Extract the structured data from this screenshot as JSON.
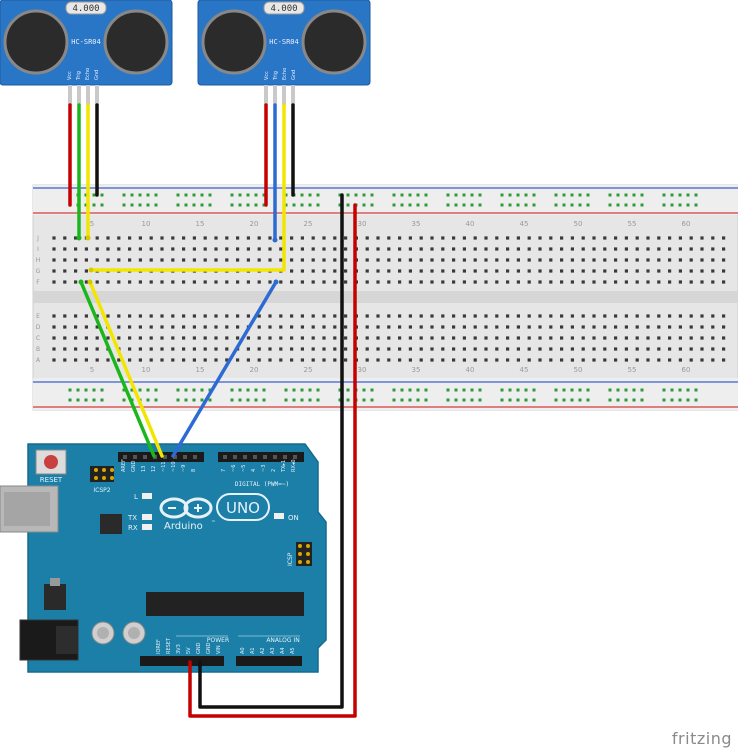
{
  "sensors": [
    {
      "id": "left",
      "display": "4.000",
      "model": "HC-SR04",
      "pins": [
        "Vcc",
        "Trig",
        "Echo",
        "Gnd"
      ]
    },
    {
      "id": "right",
      "display": "4.000",
      "model": "HC-SR04",
      "pins": [
        "Vcc",
        "Trig",
        "Echo",
        "Gnd"
      ]
    }
  ],
  "breadboard": {
    "column_numbers": [
      "5",
      "10",
      "15",
      "20",
      "25",
      "30",
      "35",
      "40",
      "45",
      "50",
      "55",
      "60"
    ],
    "row_letters_top": [
      "J",
      "I",
      "H",
      "G",
      "F"
    ],
    "row_letters_bottom": [
      "E",
      "D",
      "C",
      "B",
      "A"
    ]
  },
  "arduino": {
    "reset": "RESET",
    "icsp2": "ICSP2",
    "icsp": "ICSP",
    "logo_text": "Arduino",
    "tm": "™",
    "model": "UNO",
    "on": "ON",
    "led_l": "L",
    "led_tx": "TX",
    "led_rx": "RX",
    "digital_label": "DIGITAL (PWM=~)",
    "digital_pins": [
      "AREF",
      "GND",
      "13",
      "12",
      "~11",
      "~10",
      "~9",
      "8",
      "7",
      "~6",
      "~5",
      "4",
      "~3",
      "2",
      "TX▸1",
      "RX◂0"
    ],
    "power_label": "POWER",
    "power_pins": [
      "IOREF",
      "RESET",
      "3V3",
      "5V",
      "GND",
      "GND",
      "VIN"
    ],
    "analog_label": "ANALOG IN",
    "analog_pins": [
      "A0",
      "A1",
      "A2",
      "A3",
      "A4",
      "A5"
    ]
  },
  "colors": {
    "sensor_board": "#2a76c6",
    "breadboard": "#e4e4e4",
    "rail_red": "#d33",
    "rail_blue": "#35c",
    "arduino_board": "#1c7fa8",
    "wire_red": "#c40000",
    "wire_black": "#111111",
    "wire_green": "#1bb61b",
    "wire_yellow": "#f2e600",
    "wire_blue": "#2d6ad4"
  },
  "watermark": "fritzing"
}
